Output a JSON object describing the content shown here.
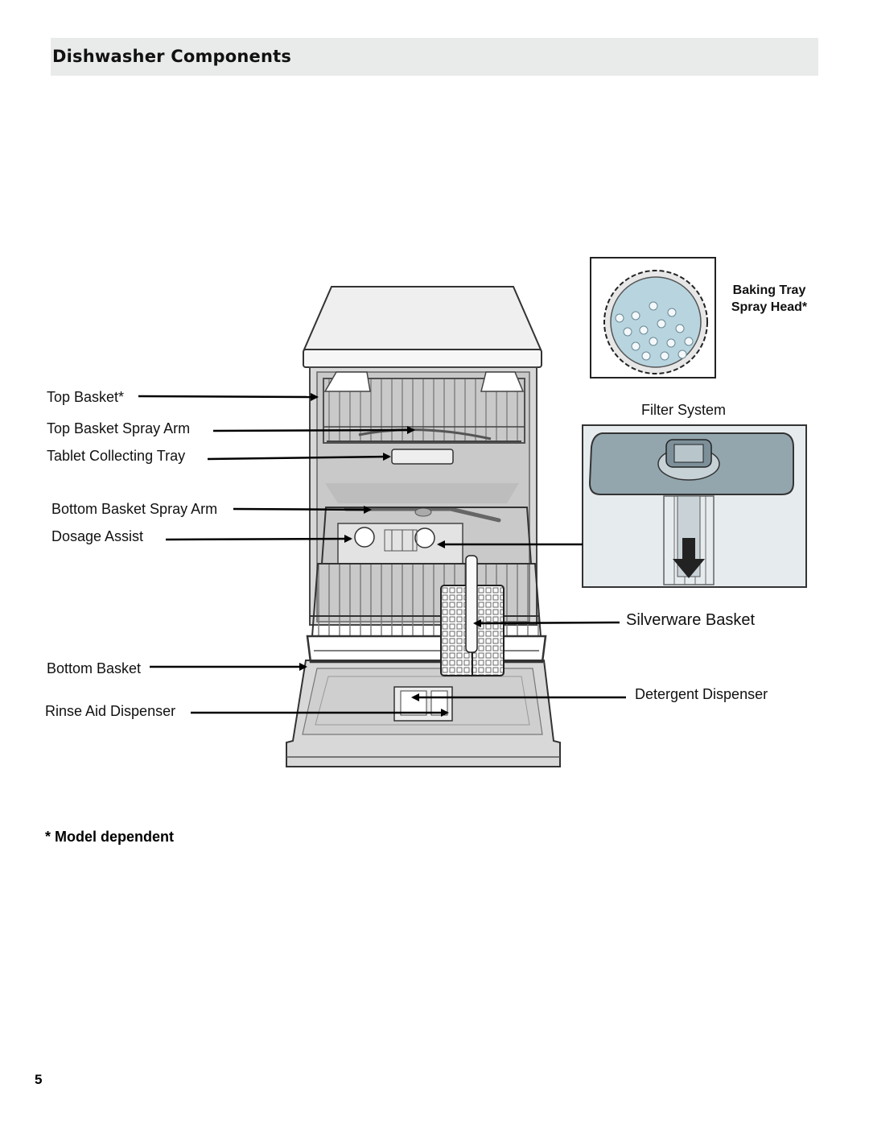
{
  "header": {
    "title": "Dishwasher Components"
  },
  "labels": {
    "top_basket": "Top Basket*",
    "top_basket_spray_arm": "Top Basket Spray Arm",
    "tablet_collecting_tray": "Tablet Collecting Tray",
    "bottom_basket_spray_arm": "Bottom Basket Spray Arm",
    "dosage_assist": "Dosage Assist",
    "bottom_basket": "Bottom Basket",
    "rinse_aid_dispenser": "Rinse Aid Dispenser",
    "baking_tray_line1": "Baking Tray",
    "baking_tray_line2": "Spray Head*",
    "filter_system": "Filter System",
    "silverware_basket": "Silverware Basket",
    "detergent_dispenser": "Detergent Dispenser"
  },
  "footnote": "* Model dependent",
  "page_number": "5"
}
